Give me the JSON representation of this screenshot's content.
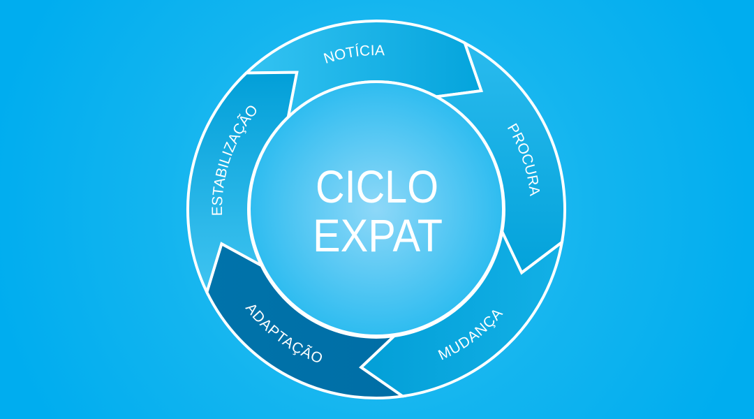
{
  "title": [
    "CICLO",
    "EXPAT"
  ],
  "segments": [
    {
      "label": "NOTÍCIA",
      "color_a": "#34c3f2",
      "color_b": "#04a4dc"
    },
    {
      "label": "PROCURA",
      "color_a": "#2abbee",
      "color_b": "#03a2da"
    },
    {
      "label": "MUDANÇA",
      "color_a": "#12b0e6",
      "color_b": "#039fd7"
    },
    {
      "label": "ADAPTAÇÃO",
      "color_a": "#0073aa",
      "color_b": "#006ea6"
    },
    {
      "label": "ESTABILIZAÇÃO",
      "color_a": "#40c4f1",
      "color_b": "#029fd8"
    }
  ],
  "colors": {
    "stroke": "#ffffff",
    "hub_center": "#8ed8f8",
    "hub_edge": "#2ebcf0"
  }
}
